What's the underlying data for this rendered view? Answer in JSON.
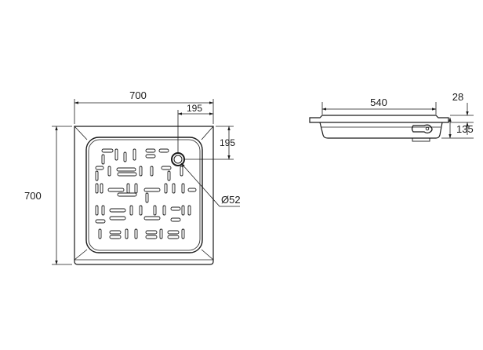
{
  "top_view": {
    "width_label": "700",
    "height_label": "700",
    "drain_offset_x_label": "195",
    "drain_offset_y_label": "195",
    "drain_diameter_label": "Ø52"
  },
  "side_view": {
    "inner_length_label": "540",
    "rim_label": "28",
    "height_label": "135"
  },
  "colors": {
    "line": "#1a1a1a",
    "fill": "#ffffff"
  }
}
